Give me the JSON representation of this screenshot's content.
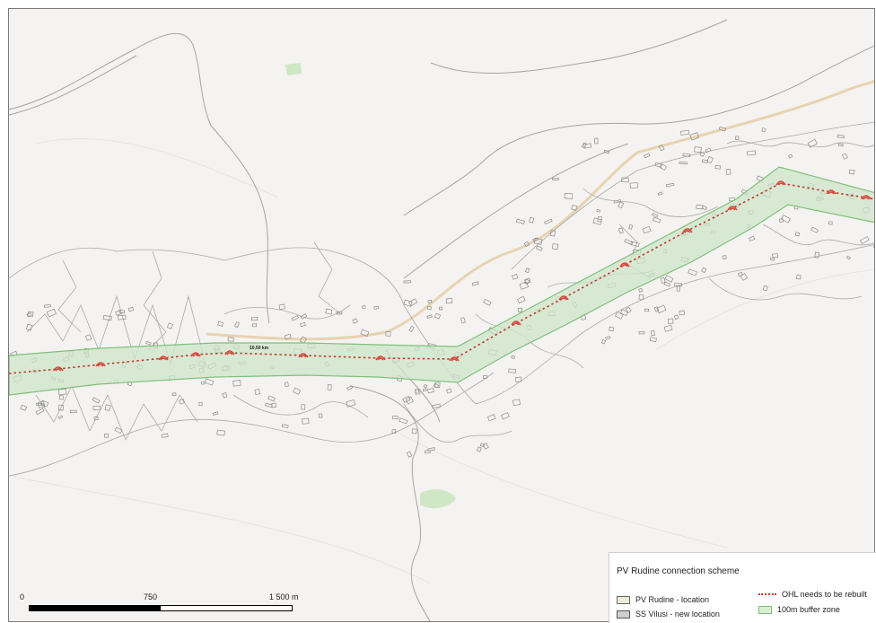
{
  "map": {
    "colors": {
      "background": "#f4f3f1",
      "road": "#e8d3b0",
      "parcel": "#9a9a9a",
      "corridor_fill": "#cfe5c8",
      "corridor_edge": "#7fc07a",
      "ohl_line": "#c0392b",
      "pylon": "#d9453a",
      "green_area": "#cfe7c5"
    },
    "icons": {
      "pylon": "pylon-icon"
    },
    "label_distance": "10,50 km"
  },
  "scale": {
    "tick_0": "0",
    "tick_mid": "750",
    "tick_end": "1 500 m",
    "filled_fraction": 0.5
  },
  "legend": {
    "title": "PV Rudine connection scheme",
    "items": [
      {
        "label": "PV Rudine - location",
        "swatch_color": "#f0ead6",
        "border_color": "#666666"
      },
      {
        "label": "SS Vilusi - new location",
        "swatch_color": "#cfcfcf",
        "border_color": "#555555"
      },
      {
        "label": "OHL needs to be rebuilt",
        "line_color": "#c0392b"
      },
      {
        "label": "100m buffer zone",
        "swatch_color": "#d9efd2",
        "border_color": "#7fc07a"
      }
    ]
  }
}
